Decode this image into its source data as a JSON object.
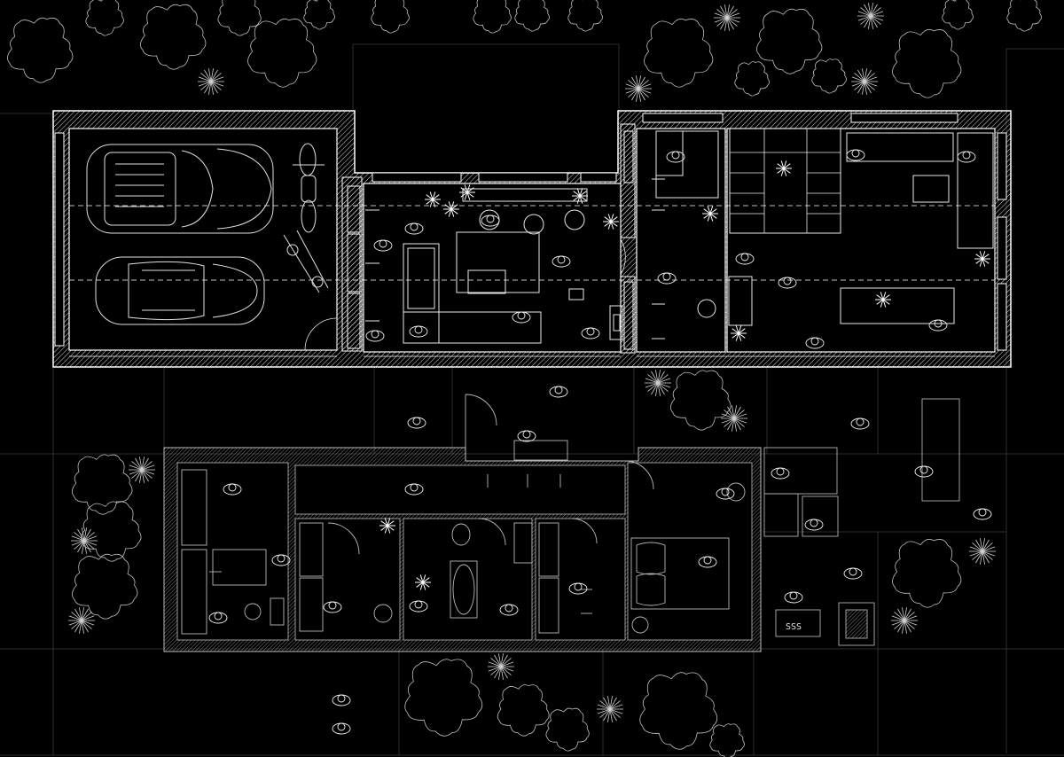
{
  "diagram": {
    "type": "architectural-floor-plan",
    "style": "white linework on black background",
    "colors": {
      "background": "#000000",
      "line_bright": "#ffffff",
      "line_dim": "#8a8a8a",
      "hatch": "#cfcfcf"
    },
    "labels": {
      "sauna_sign": "SSS"
    }
  }
}
